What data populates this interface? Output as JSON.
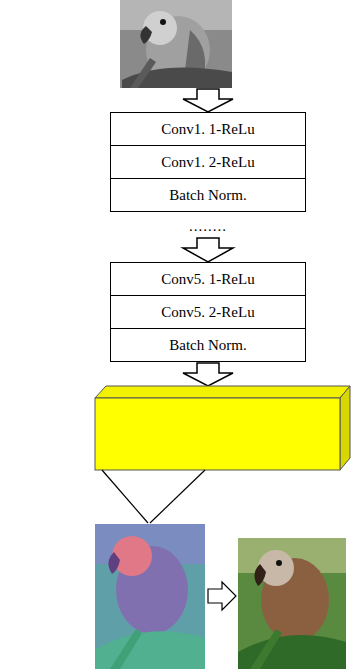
{
  "diagram": {
    "nodes": [
      {
        "text": [
          "Conv1. 1-ReLu"
        ]
      },
      {
        "text": [
          "Conv1. 2-ReLu"
        ]
      },
      {
        "text": [
          "Batch Norm."
        ]
      },
      {
        "text": [
          "Conv5. 1-ReLu"
        ]
      },
      {
        "text": [
          "Conv5. 2-ReLu"
        ]
      },
      {
        "text": [
          "Batch Norm."
        ]
      }
    ],
    "labels": [
      "........"
    ]
  }
}
